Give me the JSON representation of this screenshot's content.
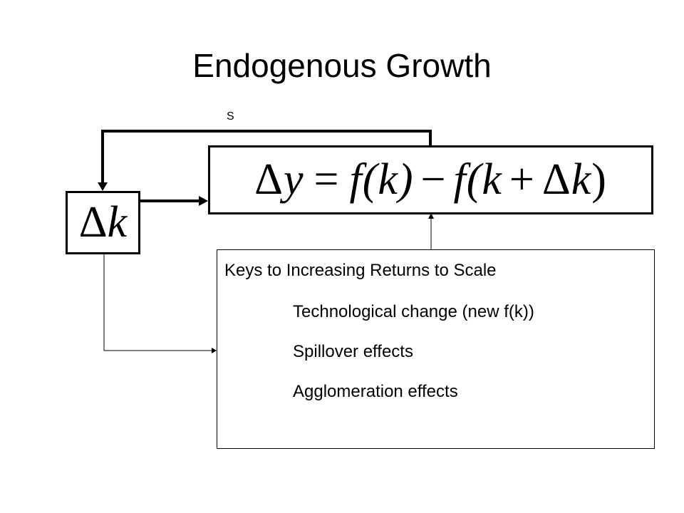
{
  "title": "Endogenous Growth",
  "feedback_label": "S",
  "equation": {
    "delta": "Δ",
    "y": "y",
    "equals": "=",
    "f1": "f",
    "arg1": "(k)",
    "minus": "−",
    "f2": "f",
    "arg2_open": "(k",
    "plus": "+",
    "arg2_delta": "Δ",
    "arg2_k": "k",
    "arg2_close": ")"
  },
  "capital_change": {
    "delta": "Δ",
    "k": "k"
  },
  "keys": {
    "heading": "Keys to Increasing Returns to Scale",
    "items": [
      "Technological change (new f(k))",
      "Spillover effects",
      "Agglomeration effects"
    ]
  }
}
